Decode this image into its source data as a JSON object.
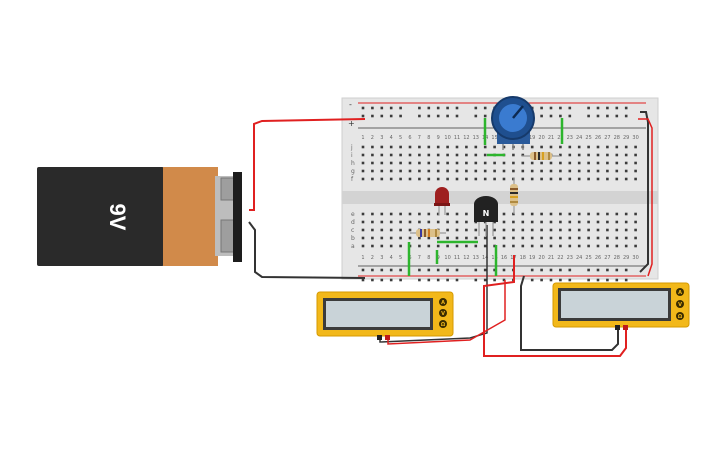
{
  "battery": {
    "label": "9V"
  },
  "breadboard": {
    "column_numbers": [
      "1",
      "2",
      "3",
      "4",
      "5",
      "6",
      "7",
      "8",
      "9",
      "10",
      "11",
      "12",
      "13",
      "14",
      "15",
      "16",
      "17",
      "18",
      "19",
      "20",
      "21",
      "22",
      "23",
      "24",
      "25",
      "26",
      "27",
      "28",
      "29",
      "30"
    ],
    "top_row_letters": [
      "j",
      "i",
      "h",
      "g",
      "f"
    ],
    "bottom_row_letters": [
      "e",
      "d",
      "c",
      "b",
      "a"
    ],
    "rail_plus": "+",
    "rail_minus": "-"
  },
  "transistor": {
    "label": "N"
  },
  "multimeter_left": {
    "buttons": [
      "A",
      "V",
      "Ω"
    ]
  },
  "multimeter_right": {
    "buttons": [
      "A",
      "V",
      "Ω"
    ]
  },
  "colors": {
    "wire_red": "#e02020",
    "wire_black": "#333333",
    "wire_green": "#2db52d",
    "multimeter_body": "#f2b81a",
    "battery_copper": "#d18a4a",
    "battery_black": "#2a2a2a"
  }
}
